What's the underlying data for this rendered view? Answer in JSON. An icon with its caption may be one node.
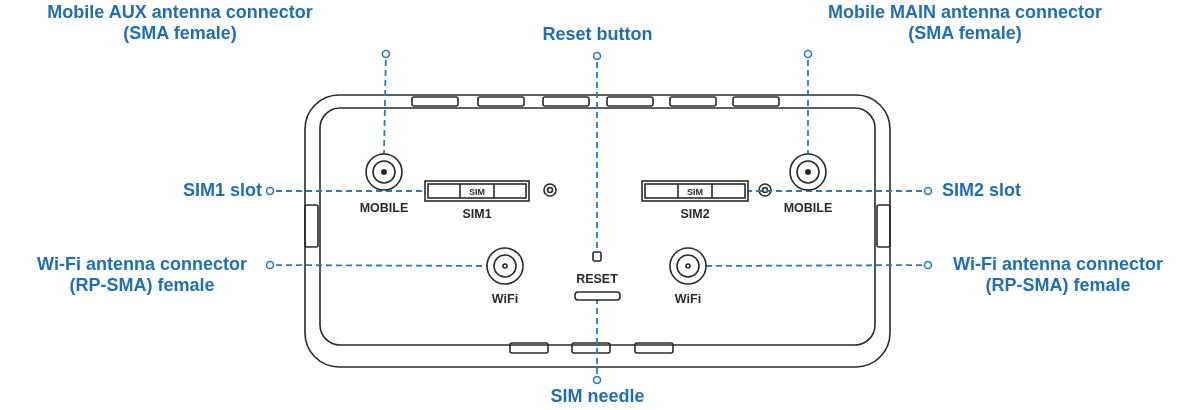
{
  "diagram": {
    "nodes": [
      {
        "text": [
          "Mobile AUX antenna connector (SMA female)"
        ]
      },
      {
        "text": [
          "Reset button"
        ]
      },
      {
        "text": [
          "Mobile MAIN antenna connector (SMA female)"
        ]
      },
      {
        "text": [
          "SIM1 slot"
        ]
      },
      {
        "text": [
          "SIM2 slot"
        ]
      },
      {
        "text": [
          "Wi-Fi antenna connector (RP-SMA) female"
        ]
      },
      {
        "text": [
          "Wi-Fi antenna connector (RP-SMA) female"
        ]
      },
      {
        "text": [
          "SIM needle"
        ]
      },
      {
        "text": [],
        "shape": "circle",
        "beside": [
          "MOBILE"
        ]
      },
      {
        "text": [],
        "shape": "box",
        "beside": [
          "RESET"
        ]
      },
      {
        "text": [],
        "shape": "circle",
        "beside": [
          "MOBILE"
        ]
      },
      {
        "text": [
          "SIM"
        ],
        "beside": [
          "SIM1"
        ]
      },
      {
        "text": [
          "SIM"
        ],
        "beside": [
          "SIM2"
        ]
      },
      {
        "text": [],
        "shape": "circle",
        "beside": [
          "WiFi"
        ]
      },
      {
        "text": [],
        "shape": "circle",
        "beside": [
          "WiFi"
        ]
      },
      {
        "text": [],
        "shape": "box"
      }
    ],
    "edges": [
      {
        "from": 0,
        "to": 8,
        "arrow": "other",
        "style": "dashed"
      },
      {
        "from": 1,
        "to": 9,
        "arrow": "other",
        "style": "dashed"
      },
      {
        "from": 2,
        "to": 10,
        "arrow": "other",
        "style": "dashed"
      },
      {
        "from": 3,
        "to": 11,
        "arrow": "other",
        "style": "dashed"
      },
      {
        "from": 4,
        "to": 12,
        "arrow": "other",
        "style": "dashed"
      },
      {
        "from": 5,
        "to": 13,
        "arrow": "other",
        "style": "dashed"
      },
      {
        "from": 6,
        "to": 14,
        "arrow": "other",
        "style": "dashed"
      },
      {
        "from": 7,
        "to": 15,
        "arrow": "other",
        "style": "dashed"
      }
    ]
  }
}
